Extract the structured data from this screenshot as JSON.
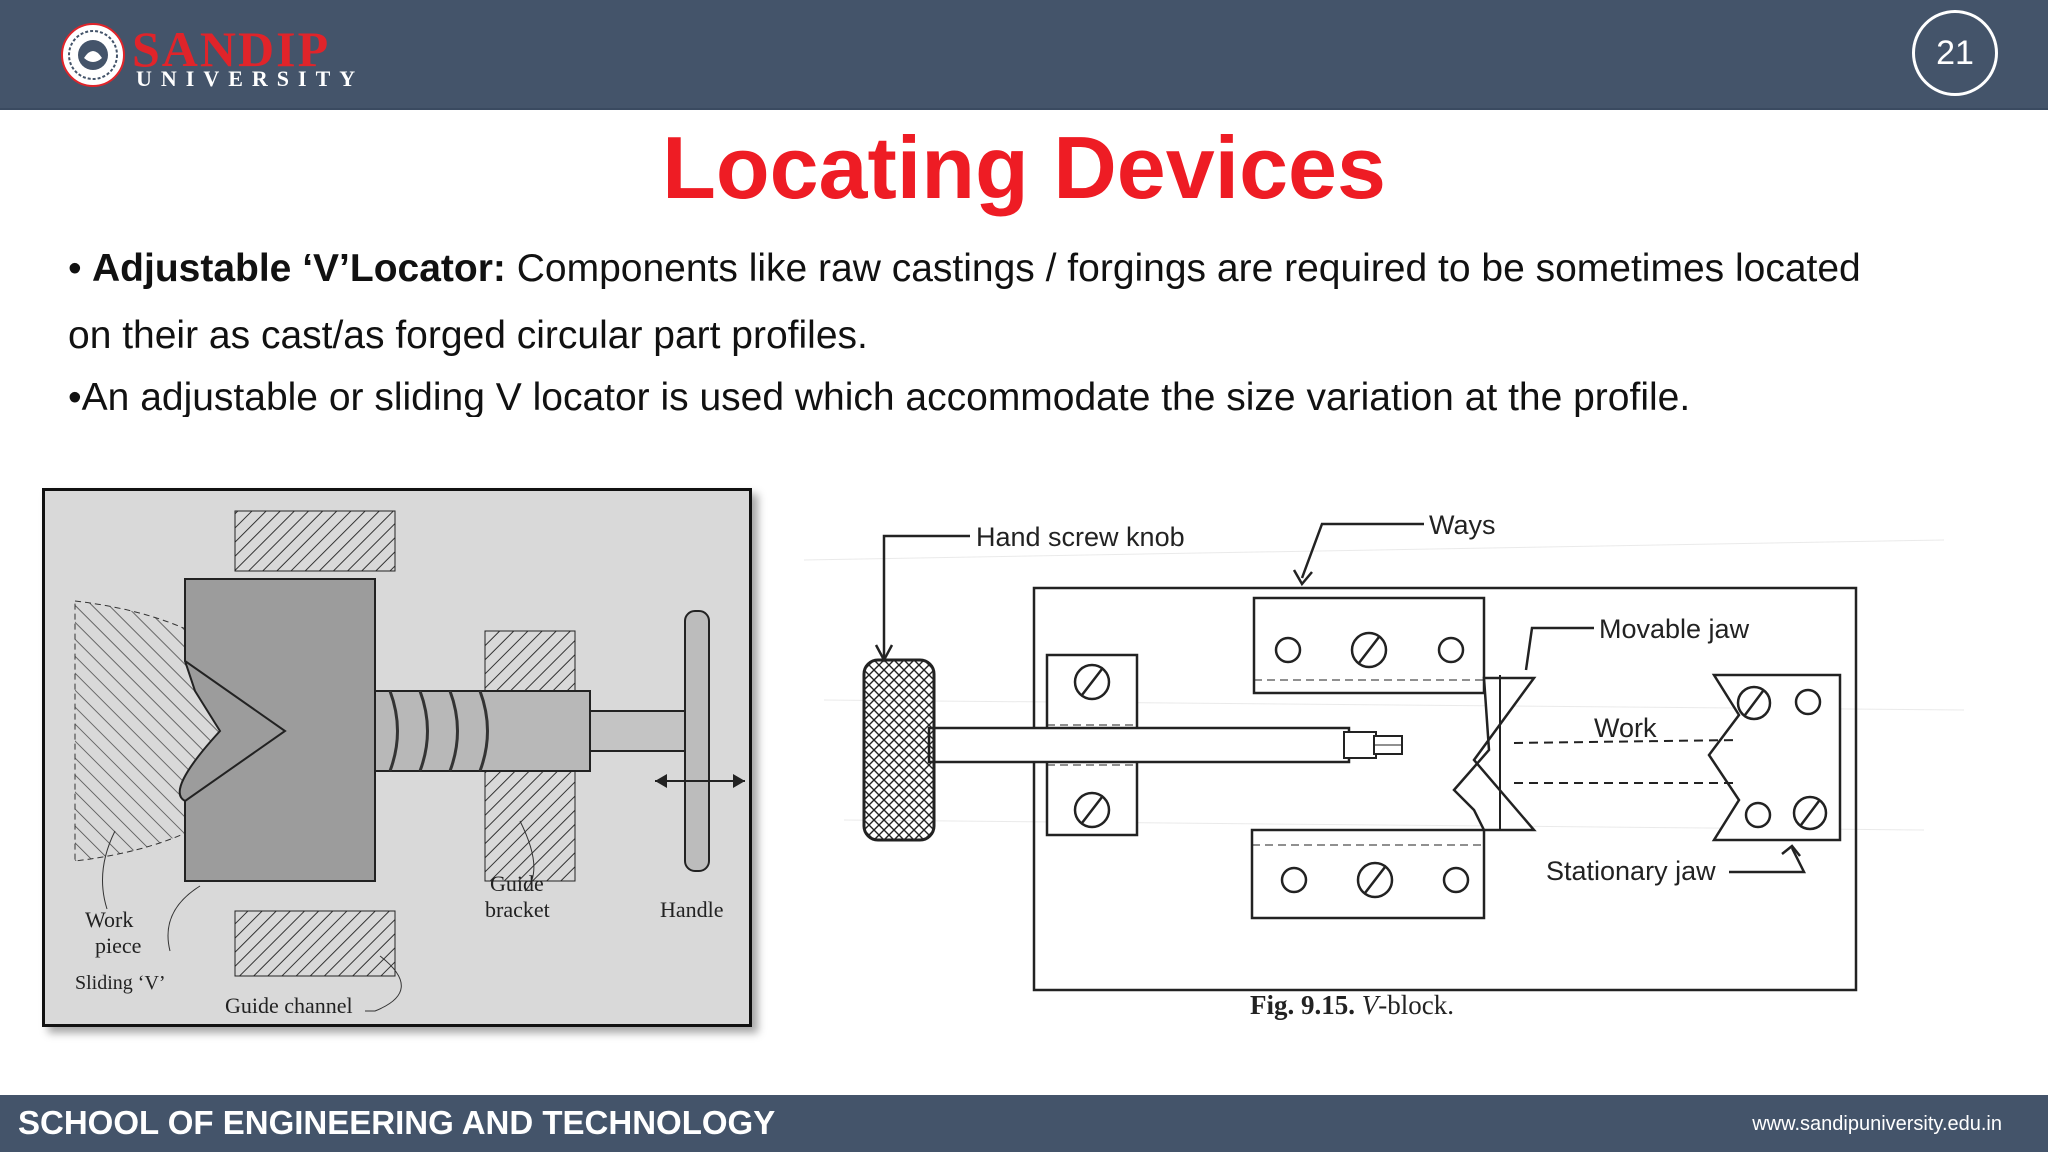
{
  "header": {
    "logo_name": "SANDIP",
    "logo_sub": "UNIVERSITY",
    "page_number": "21",
    "color": "#44546a"
  },
  "title": "Locating Devices",
  "body": {
    "bullet1_label": "Adjustable ‘V’Locator:",
    "bullet1_text": "Components like raw castings / forgings are required to be sometimes located",
    "line2": "on their as cast/as forged circular part profiles.",
    "line3": "•An adjustable or sliding V locator is used which accommodate the size variation at the profile."
  },
  "figure_left": {
    "labels": {
      "work_piece_1": "Work",
      "work_piece_2": "piece",
      "sliding_v": "Sliding ‘V’",
      "guide_channel": "Guide channel",
      "guide_1": "Guide",
      "guide_2": "bracket",
      "handle": "Handle"
    }
  },
  "figure_right": {
    "labels": {
      "hand_screw_knob": "Hand screw knob",
      "ways": "Ways",
      "movable_jaw": "Movable jaw",
      "work": "Work",
      "stationary_jaw": "Stationary jaw",
      "caption_num": "Fig. 9.15.",
      "caption_v": "V",
      "caption_rest": "-block."
    }
  },
  "footer": {
    "school": "SCHOOL OF ENGINEERING AND TECHNOLOGY",
    "website": "www.sandipuniversity.edu.in"
  },
  "colors": {
    "title": "#ee1c24",
    "brand_red": "#e0242a"
  }
}
